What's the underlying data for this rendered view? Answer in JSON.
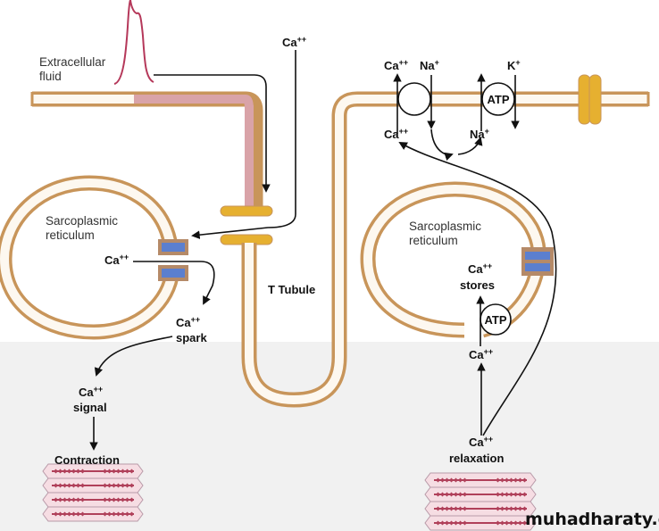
{
  "diagram": {
    "title": "Excitation-contraction coupling in cardiac muscle",
    "labels": {
      "extracellular_fluid_line1": "Extracellular",
      "extracellular_fluid_line2": "fluid",
      "ca_entry": "Ca",
      "ca_entry_sup": "++",
      "sr_left_line1": "Sarcoplasmic",
      "sr_left_line2": "reticulum",
      "sr_left_ca": "Ca",
      "sr_left_ca_sup": "++",
      "spark_ca": "Ca",
      "spark_ca_sup": "++",
      "spark": "spark",
      "signal_ca": "Ca",
      "signal_ca_sup": "++",
      "signal": "signal",
      "contraction": "Contraction",
      "t_tubule": "T Tubule",
      "exchanger_ca_out": "Ca",
      "exchanger_ca_out_sup": "++",
      "exchanger_na_in": "Na",
      "exchanger_na_in_sup": "+",
      "exchanger_ca_in": "Ca",
      "exchanger_ca_in_sup": "++",
      "pump_k": "K",
      "pump_k_sup": "+",
      "pump_na": "Na",
      "pump_na_sup": "+",
      "pump_atp": "ATP",
      "sr_right_line1": "Sarcoplasmic",
      "sr_right_line2": "reticulum",
      "stores_ca": "Ca",
      "stores_ca_sup": "++",
      "stores": "stores",
      "serca_atp": "ATP",
      "cyto_ca": "Ca",
      "cyto_ca_sup": "++",
      "relax_ca": "Ca",
      "relax_ca_sup": "++",
      "relaxation": "relaxation"
    },
    "watermark": "muhadharaty.com",
    "colors": {
      "membrane": "#c8955a",
      "membrane_fill": "#fdf8f0",
      "depolarized": "#d9a3a8",
      "action_potential": "#b5385a",
      "l_type_channel": "#e6b030",
      "ryanodine_receptor": "#5b7fcf",
      "receptor_frame": "#b58a68",
      "sarcomere": "#b0405a",
      "lower_background": "#f1f1f1"
    }
  }
}
